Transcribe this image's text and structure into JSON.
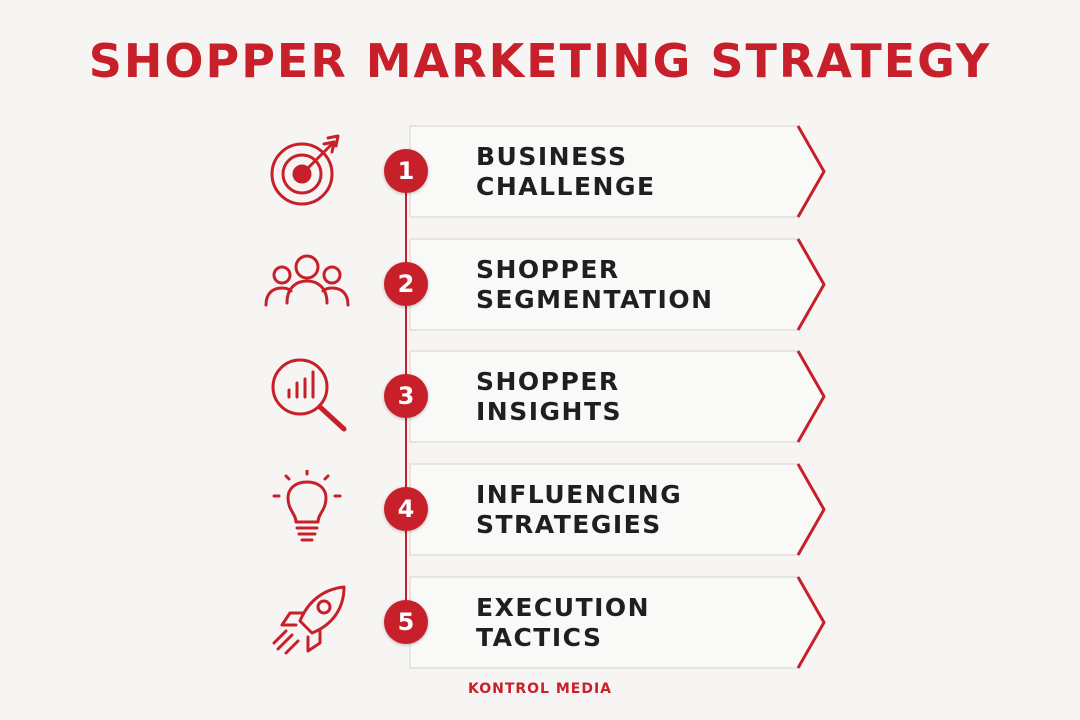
{
  "title": "SHOPPER MARKETING STRATEGY",
  "colors": {
    "accent": "#c8202a",
    "text": "#1f1f1f",
    "background": "#f6f5f3",
    "card": "#f9f9f8"
  },
  "steps": [
    {
      "number": "1",
      "line1": "BUSINESS",
      "line2": "CHALLENGE",
      "icon": "target-icon"
    },
    {
      "number": "2",
      "line1": "SHOPPER",
      "line2": "SEGMENTATION",
      "icon": "people-icon"
    },
    {
      "number": "3",
      "line1": "SHOPPER",
      "line2": "INSIGHTS",
      "icon": "magnifier-chart-icon"
    },
    {
      "number": "4",
      "line1": "INFLUENCING",
      "line2": "STRATEGIES",
      "icon": "lightbulb-icon"
    },
    {
      "number": "5",
      "line1": "EXECUTION",
      "line2": "TACTICS",
      "icon": "rocket-icon"
    }
  ],
  "footer": "KONTROL MEDIA"
}
